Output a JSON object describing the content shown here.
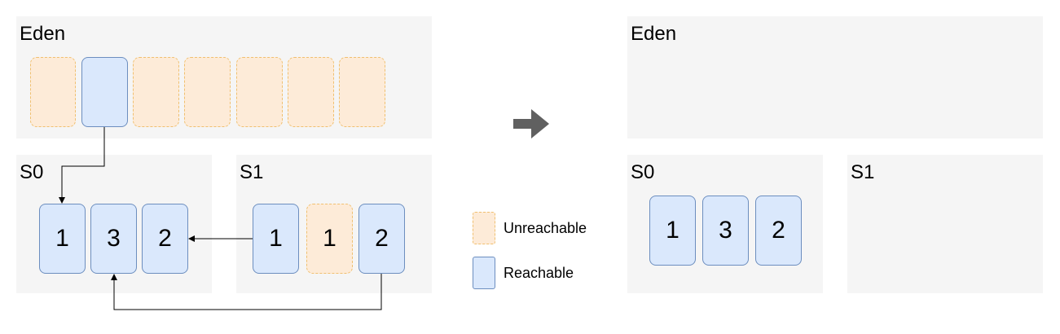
{
  "before": {
    "eden": {
      "label": "Eden",
      "objects": [
        {
          "state": "unreachable",
          "text": ""
        },
        {
          "state": "reachable",
          "text": ""
        },
        {
          "state": "unreachable",
          "text": ""
        },
        {
          "state": "unreachable",
          "text": ""
        },
        {
          "state": "unreachable",
          "text": ""
        },
        {
          "state": "unreachable",
          "text": ""
        },
        {
          "state": "unreachable",
          "text": ""
        }
      ]
    },
    "s0": {
      "label": "S0",
      "objects": [
        {
          "state": "reachable",
          "text": "1"
        },
        {
          "state": "reachable",
          "text": "3"
        },
        {
          "state": "reachable",
          "text": "2"
        }
      ]
    },
    "s1": {
      "label": "S1",
      "objects": [
        {
          "state": "reachable",
          "text": "1"
        },
        {
          "state": "unreachable",
          "text": "1"
        },
        {
          "state": "reachable",
          "text": "2"
        }
      ]
    }
  },
  "legend": {
    "unreachable": "Unreachable",
    "reachable": "Reachable"
  },
  "after": {
    "eden": {
      "label": "Eden"
    },
    "s0": {
      "label": "S0",
      "objects": [
        {
          "state": "reachable",
          "text": "1"
        },
        {
          "state": "reachable",
          "text": "3"
        },
        {
          "state": "reachable",
          "text": "2"
        }
      ]
    },
    "s1": {
      "label": "S1"
    }
  },
  "colors": {
    "region": "#f5f5f5",
    "reachable_fill": "#dae8fc",
    "reachable_stroke": "#6c8ebf",
    "unreachable_fill": "#fdebd8",
    "unreachable_stroke": "#f0c070",
    "transition_arrow": "#606060"
  },
  "icons": {
    "transition": "right-arrow-icon"
  }
}
